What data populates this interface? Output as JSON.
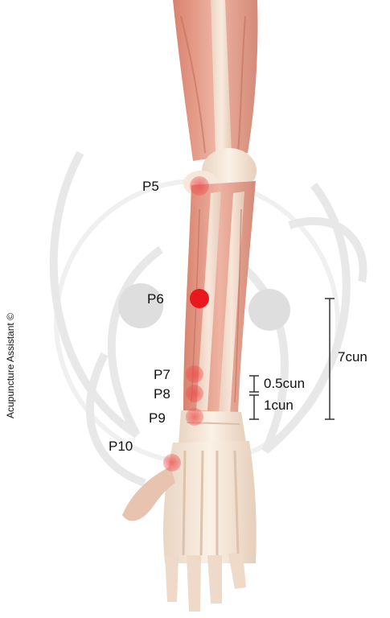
{
  "credit": "Acupuncture Assistant ©",
  "points": {
    "p5": "P5",
    "p6": "P6",
    "p7": "P7",
    "p8": "P8",
    "p9": "P9",
    "p10": "P10"
  },
  "measurements": {
    "half": "0.5cun",
    "one": "1cun",
    "seven": "7cun"
  },
  "colors": {
    "point_main": "#e8181c",
    "point_faint": "#ef6a6a",
    "muscle": "#e6a08e",
    "bone": "#f3e4d6",
    "watermark": "#e2e2e2"
  }
}
